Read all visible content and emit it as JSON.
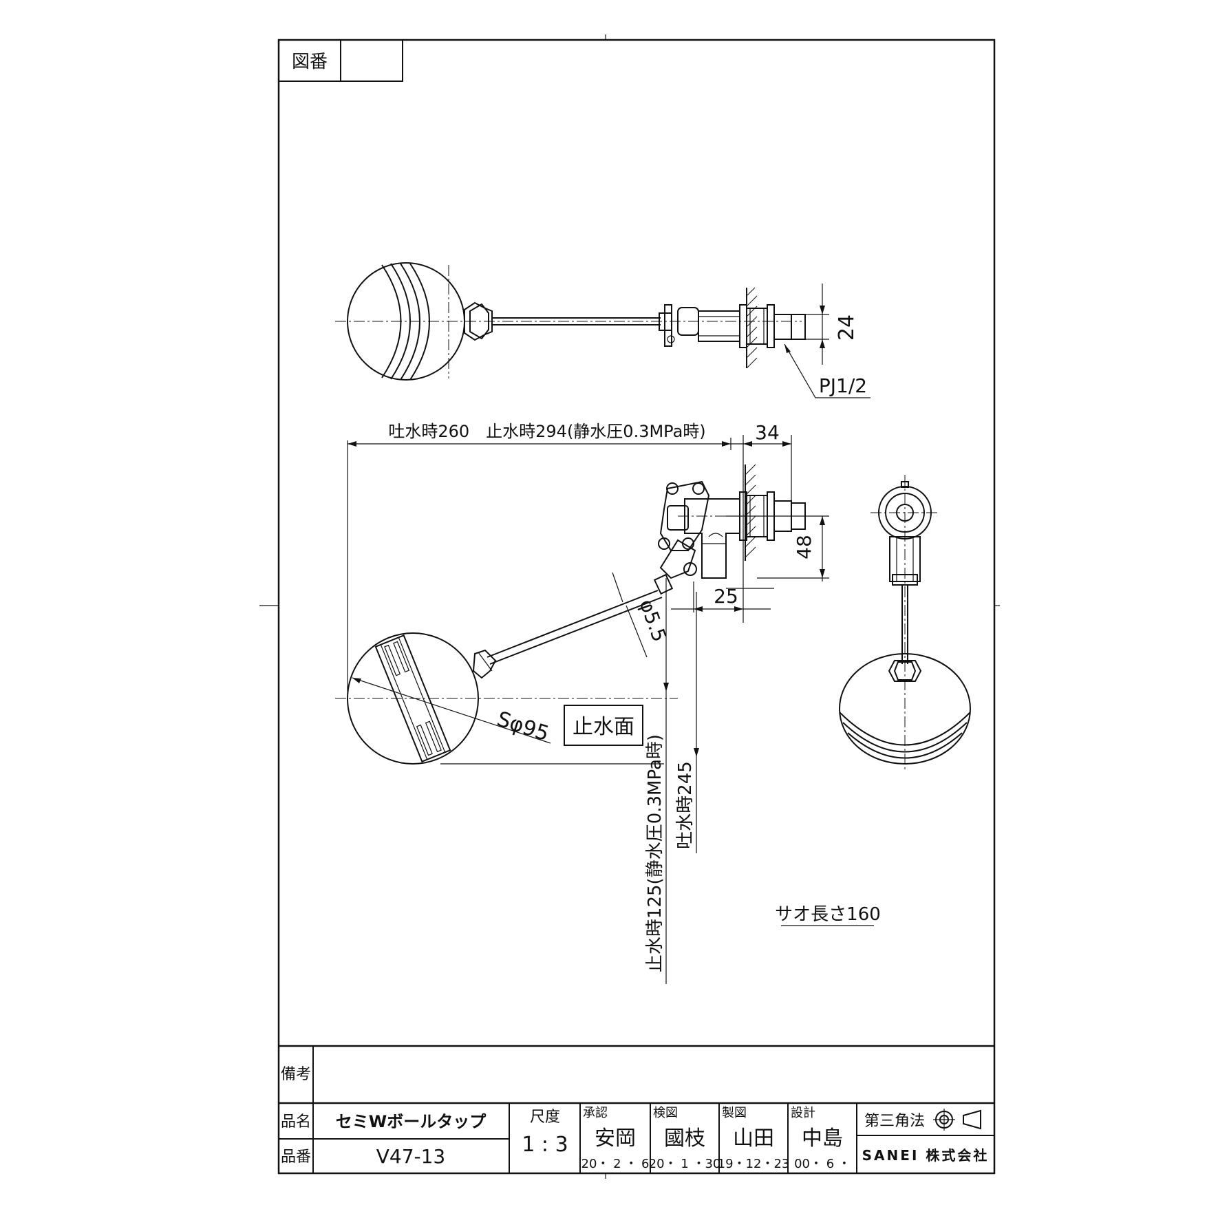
{
  "drawing_number_label": "図番",
  "drawing_number_value": "",
  "remarks_label": "備考",
  "remarks_value": "",
  "product_name_label": "品名",
  "product_name": "セミWボールタップ",
  "product_number_label": "品番",
  "product_number": "V47-13",
  "scale_label": "尺度",
  "scale_value": "1 : 3",
  "approval": {
    "approved": {
      "label": "承認",
      "name": "安岡",
      "date": "20・ 2 ・ 6"
    },
    "checked": {
      "label": "検図",
      "name": "國枝",
      "date": "20・ 1 ・30"
    },
    "drawn": {
      "label": "製図",
      "name": "山田",
      "date": "19・12・23"
    },
    "designed": {
      "label": "設計",
      "name": "中島",
      "date": "00・ 6 ・"
    }
  },
  "projection_label": "第三角法",
  "company": "SANEI 株式会社",
  "dimensions": {
    "d24": "24",
    "pj": "PJ1/2",
    "horizontal": "吐水時260　止水時294(静水圧0.3MPa時)",
    "d34": "34",
    "d48": "48",
    "d25": "25",
    "rod": "φ5.5",
    "ball": "Sφ95",
    "stop_surface": "止水面",
    "v_stop": "止水時125(静水圧0.3MPa時)",
    "v_flow": "吐水時245",
    "arm_length": "サオ長さ160"
  }
}
